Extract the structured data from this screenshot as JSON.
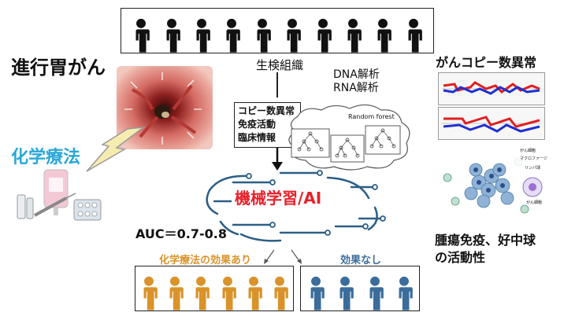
{
  "top_label": "生検組織",
  "left_title": "進行胃がん",
  "chemo_label": "化学療法",
  "dna": "DNA解析",
  "rna": "RNA解析",
  "features": [
    "コピー数異常",
    "免疫活動",
    "臨床情報"
  ],
  "random_forest": "Random forest",
  "ml_label": "機械学習/AI",
  "auc": "AUC＝0.7-0.8",
  "effective_label": "化学療法の効果あり",
  "not_effective_label": "効果なし",
  "cnv_title": "がんコピー数異常",
  "immune_title_1": "腫瘍免疫、好中球",
  "immune_title_2": "の活動性",
  "immune_legend": [
    "がん細胞",
    "マクロファージ",
    "リンパ球",
    "がん細胞"
  ],
  "colors": {
    "people_top": "#111111",
    "people_good": "#d9932a",
    "people_bad": "#3b6d9b",
    "chemo": "#29a8d8",
    "ml": "#e8202a",
    "circuit": "#2c5f86"
  }
}
